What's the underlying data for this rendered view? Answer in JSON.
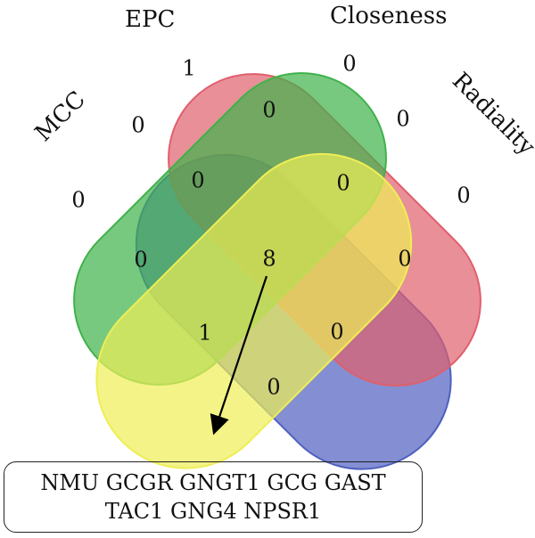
{
  "sets": [
    {
      "name": "MCC",
      "color": "#4f5fbf"
    },
    {
      "name": "EPC",
      "color": "#e05f6c"
    },
    {
      "name": "Closeness",
      "color": "#3fb24a"
    },
    {
      "name": "Radiality",
      "color": "#eeee55"
    }
  ],
  "regions": [
    {
      "sets": [
        "EPC"
      ],
      "count": "1"
    },
    {
      "sets": [
        "Closeness"
      ],
      "count": "0"
    },
    {
      "sets": [
        "MCC",
        "EPC"
      ],
      "count": "0"
    },
    {
      "sets": [
        "EPC",
        "Closeness"
      ],
      "count": "0"
    },
    {
      "sets": [
        "Closeness",
        "Radiality"
      ],
      "count": "0"
    },
    {
      "sets": [
        "MCC"
      ],
      "count": "0"
    },
    {
      "sets": [
        "MCC",
        "EPC",
        "Closeness"
      ],
      "count": "0"
    },
    {
      "sets": [
        "EPC",
        "Closeness",
        "Radiality"
      ],
      "count": "0"
    },
    {
      "sets": [
        "Radiality"
      ],
      "count": "0"
    },
    {
      "sets": [
        "MCC",
        "Closeness"
      ],
      "count": "0"
    },
    {
      "sets": [
        "MCC",
        "EPC",
        "Closeness",
        "Radiality"
      ],
      "count": "8"
    },
    {
      "sets": [
        "EPC",
        "Radiality"
      ],
      "count": "0"
    },
    {
      "sets": [
        "MCC",
        "Closeness",
        "Radiality"
      ],
      "count": "1"
    },
    {
      "sets": [
        "MCC",
        "EPC",
        "Radiality"
      ],
      "count": "0"
    },
    {
      "sets": [
        "MCC",
        "Radiality"
      ],
      "count": "0"
    }
  ],
  "genes": {
    "line1": "NMU GCGR GNGT1 GCG GAST",
    "line2": "TAC1 GNG4 NPSR1"
  }
}
